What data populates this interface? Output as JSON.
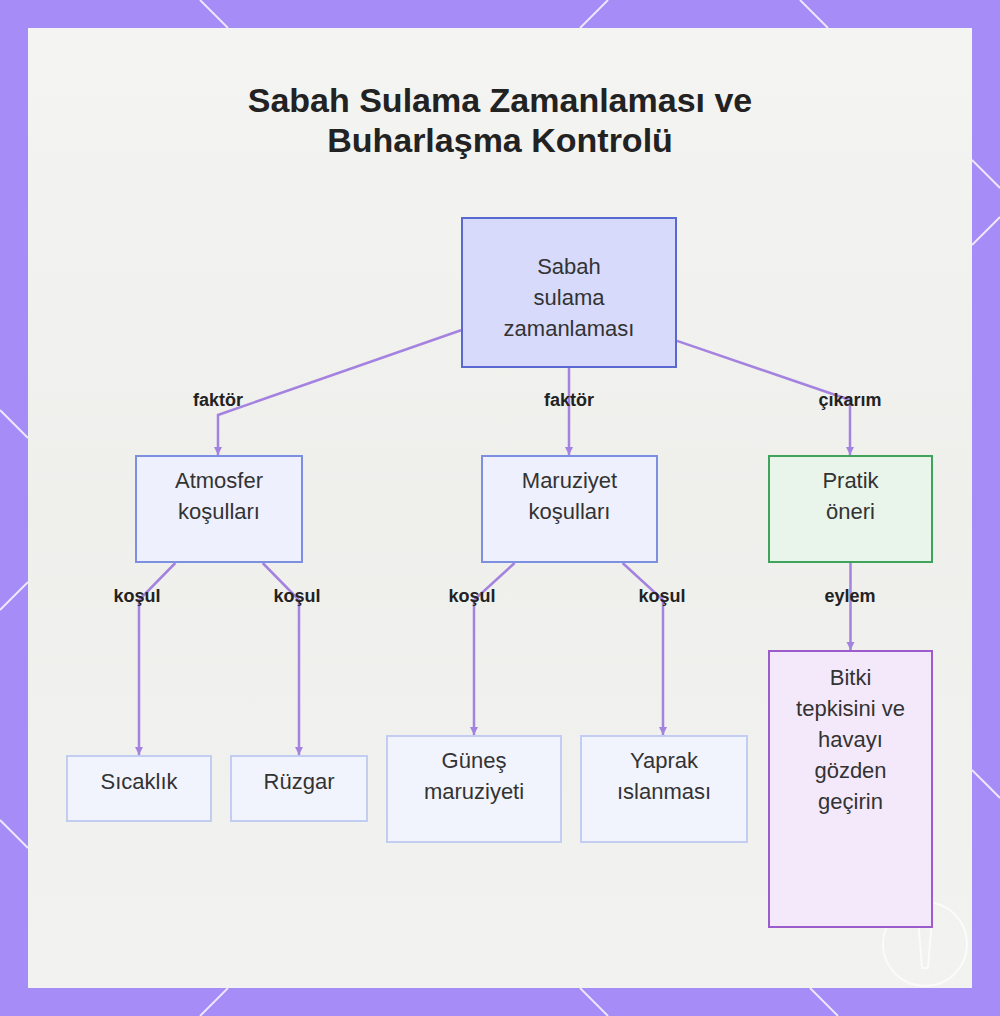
{
  "diagram": {
    "title": "Sabah Sulama Zamanlaması ve Buharlaşma Kontrolü",
    "nodes": [
      {
        "text": [
          "Sabah sulama zamanlaması"
        ]
      },
      {
        "text": [
          "Atmosfer koşulları"
        ]
      },
      {
        "text": [
          "Maruziyet koşulları"
        ]
      },
      {
        "text": [
          "Pratik öneri"
        ]
      },
      {
        "text": [
          "Sıcaklık"
        ]
      },
      {
        "text": [
          "Rüzgar"
        ]
      },
      {
        "text": [
          "Güneş maruziyeti"
        ]
      },
      {
        "text": [
          "Yaprak ıslanması"
        ]
      },
      {
        "text": [
          "Bitki tepkisini ve havayı gözden geçirin"
        ]
      }
    ],
    "edges": [
      {
        "from": 0,
        "to": 1,
        "label": "faktör",
        "arrow": "to"
      },
      {
        "from": 0,
        "to": 2,
        "label": "faktör",
        "arrow": "to"
      },
      {
        "from": 0,
        "to": 3,
        "label": "çıkarım",
        "arrow": "to"
      },
      {
        "from": 1,
        "to": 4,
        "label": "koşul",
        "arrow": "to"
      },
      {
        "from": 1,
        "to": 5,
        "label": "koşul",
        "arrow": "to"
      },
      {
        "from": 2,
        "to": 6,
        "label": "koşul",
        "arrow": "to"
      },
      {
        "from": 2,
        "to": 7,
        "label": "koşul",
        "arrow": "to"
      },
      {
        "from": 3,
        "to": 8,
        "label": "eylem",
        "arrow": "to"
      }
    ]
  }
}
